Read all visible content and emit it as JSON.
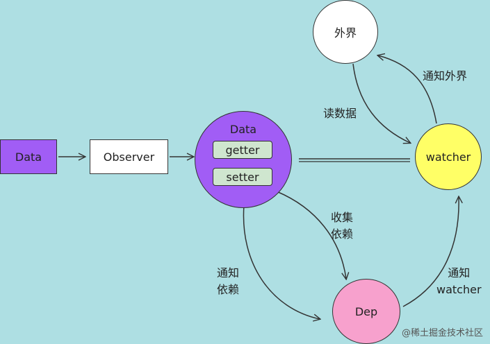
{
  "nodes": {
    "data_source": "Data",
    "observer": "Observer",
    "data_object": "Data",
    "getter": "getter",
    "setter": "setter",
    "outside": "外界",
    "watcher": "watcher",
    "dep": "Dep"
  },
  "edges": {
    "notify_outside": "通知外界",
    "read_data": "读数据",
    "collect_line1": "收集",
    "collect_line2": "依赖",
    "notify_dep_line1": "通知",
    "notify_dep_line2": "依赖",
    "notify_watcher_line1": "通知",
    "notify_watcher_line2": "watcher"
  },
  "watermark": "@稀土掘金技术社区",
  "colors": {
    "background": "#aedfe3",
    "data_source": "#a15df5",
    "observer": "#ffffff",
    "data_object": "#a15df5",
    "getter_setter": "#cfe6cf",
    "outside": "#ffffff",
    "watcher": "#ffff66",
    "dep": "#f7a1cd"
  }
}
